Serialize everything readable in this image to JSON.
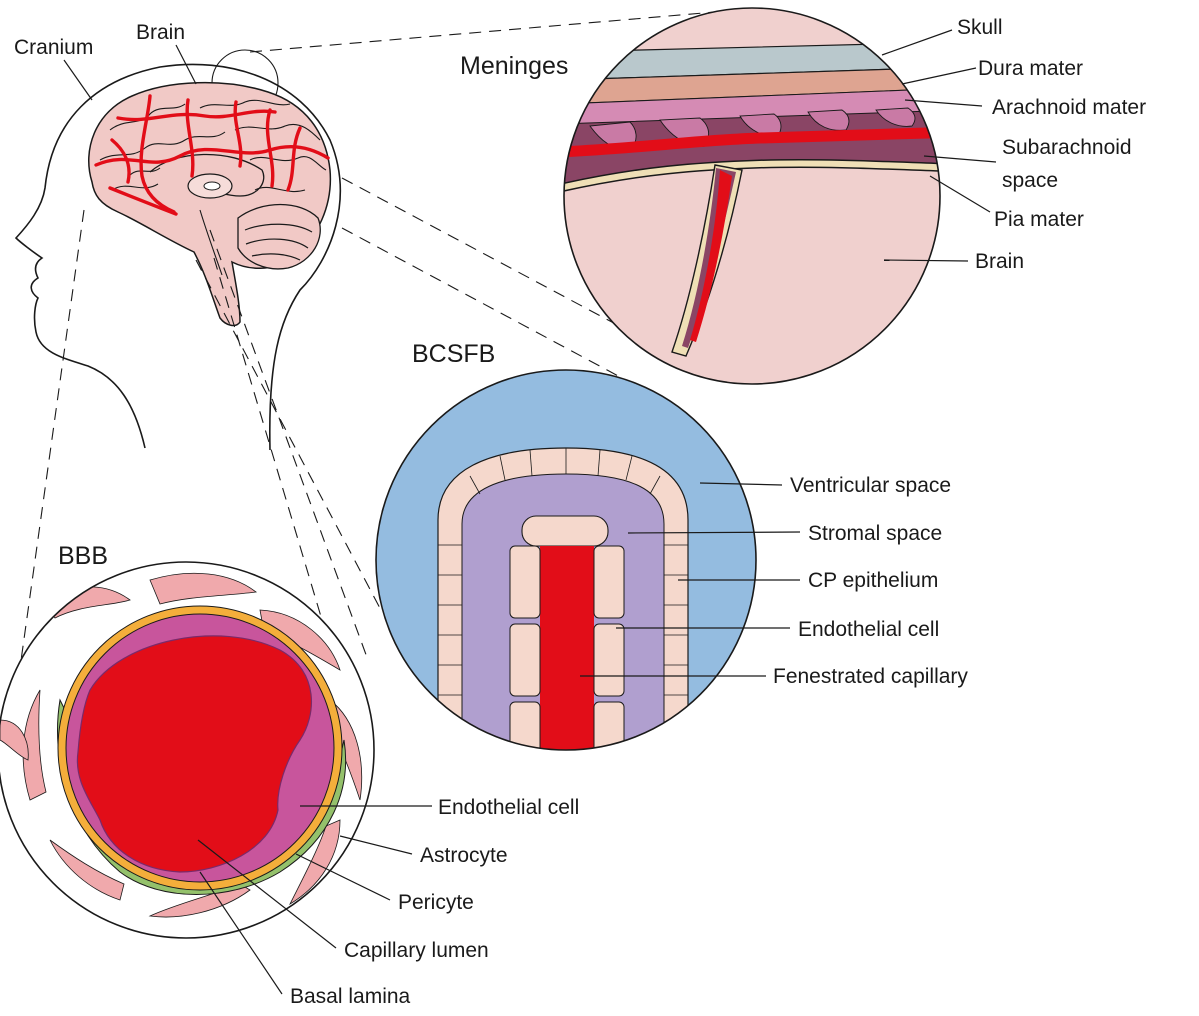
{
  "colors": {
    "vessel_red": "#e20d18",
    "brain_pink": "#f1c9c6",
    "skull_blue": "#b9c8cc",
    "dura_salmon": "#dea491",
    "arachnoid_pink": "#d58bb4",
    "subarachnoid_plum": "#8a4565",
    "pia_cream": "#efdfb6",
    "ventricle_blue": "#94bce0",
    "stroma_lavender": "#b09fcf",
    "endothelium_magenta": "#c8559c",
    "pericyte_orange": "#f4ae3b",
    "astrocyte_green": "#94c16b",
    "astrocyte_pink": "#f0a9ac"
  },
  "head": {
    "labels": {
      "cranium": "Cranium",
      "brain": "Brain"
    }
  },
  "meninges": {
    "title": "Meninges",
    "labels": {
      "skull": "Skull",
      "dura": "Dura mater",
      "arachnoid": "Arachnoid mater",
      "subarachnoid_line1": "Subarachnoid",
      "subarachnoid_line2": "space",
      "pia": "Pia mater",
      "brain": "Brain"
    }
  },
  "bcsfb": {
    "title": "BCSFB",
    "labels": {
      "ventricular": "Ventricular space",
      "stromal": "Stromal space",
      "cp_epithelium": "CP epithelium",
      "endothelial": "Endothelial cell",
      "fenestrated": "Fenestrated capillary"
    }
  },
  "bbb": {
    "title": "BBB",
    "labels": {
      "endothelial": "Endothelial cell",
      "astrocyte": "Astrocyte",
      "pericyte": "Pericyte",
      "lumen": "Capillary lumen",
      "basal_lamina": "Basal lamina"
    }
  }
}
